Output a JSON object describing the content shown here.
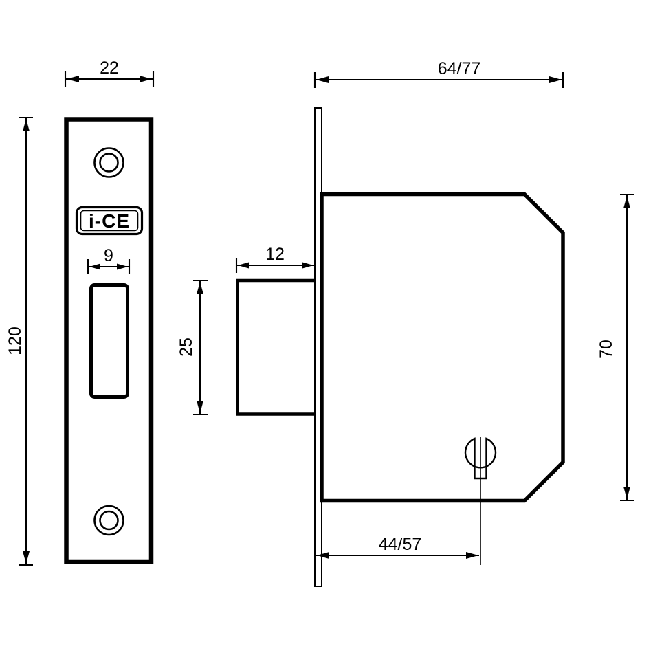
{
  "drawing": {
    "background_color": "#ffffff",
    "line_color": "#000000",
    "logo": {
      "text": "i-CE"
    },
    "dimensions": {
      "faceplate_width": "22",
      "faceplate_height": "120",
      "cutout_width": "9",
      "bolt_height": "25",
      "bolt_throw": "12",
      "case_depth": "64/77",
      "case_height": "70",
      "backset": "44/57"
    }
  }
}
